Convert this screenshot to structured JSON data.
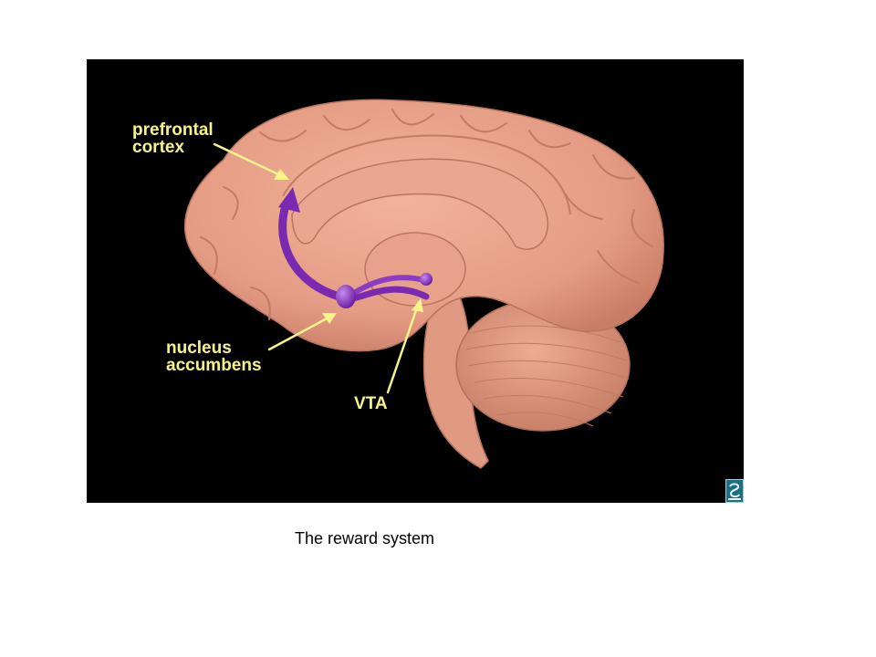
{
  "figure": {
    "labels": {
      "prefrontal_cortex": [
        "prefrontal",
        "cortex"
      ],
      "nucleus_accumbens": [
        "nucleus",
        "accumbens"
      ],
      "vta": "VTA"
    },
    "logo_icon": "publisher-logo-icon"
  },
  "caption": "The reward system",
  "colors": {
    "background": "#000000",
    "brain": "#e8a08a",
    "pathway": "#7a2ab0",
    "label": "#f7f48a",
    "logo": "#1f6e86"
  }
}
